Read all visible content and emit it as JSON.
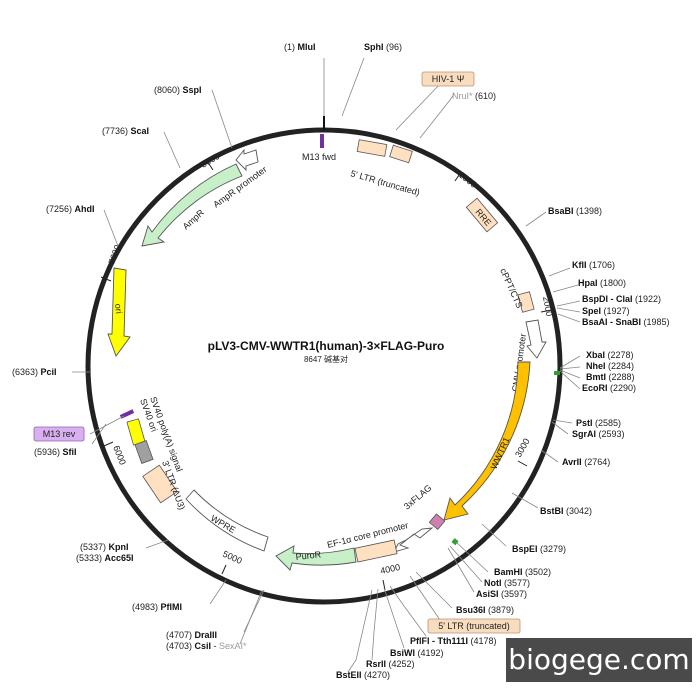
{
  "plasmid": {
    "name": "pLV3-CMV-WWTR1(human)-3×FLAG-Puro",
    "size_text": "8647 碱基对",
    "total_bp": 8647
  },
  "colors": {
    "backbone": "#222222",
    "ampr": "#c8f0c8",
    "ori": "#ffff00",
    "ltr": "#ffe0c0",
    "cmv": "#ffffff",
    "wwtr1": "#ffc000",
    "flag": "#d080b0",
    "puro": "#c8f0c8",
    "sv40ori": "#a0a0a0",
    "primer": "#7030a0",
    "tag_fill": "#f8dcc0",
    "tag_primer_fill": "#d8b0f0",
    "green_mark": "#2ca02c"
  },
  "ticks": [
    {
      "bp": 1000,
      "label": "1000"
    },
    {
      "bp": 2000,
      "label": "2000"
    },
    {
      "bp": 3000,
      "label": "3000"
    },
    {
      "bp": 4000,
      "label": "4000"
    },
    {
      "bp": 5000,
      "label": "5000"
    },
    {
      "bp": 6000,
      "label": "6000"
    },
    {
      "bp": 7000,
      "label": "7000"
    },
    {
      "bp": 8000,
      "label": "8000"
    }
  ],
  "features": [
    {
      "id": "m13fwd",
      "label": "M13 fwd",
      "type": "primer"
    },
    {
      "id": "ltr5",
      "label": "5' LTR (truncated)",
      "type": "box"
    },
    {
      "id": "rre",
      "label": "RRE",
      "type": "box"
    },
    {
      "id": "cppt",
      "label": "cPPT/CTS",
      "type": "box"
    },
    {
      "id": "cmv",
      "label": "CMV promoter",
      "type": "arrow"
    },
    {
      "id": "wwtr1",
      "label": "WWTR1",
      "type": "arrow"
    },
    {
      "id": "flag",
      "label": "3xFLAG",
      "type": "box"
    },
    {
      "id": "ef1a",
      "label": "EF-1α core promoter",
      "type": "arrow"
    },
    {
      "id": "puro",
      "label": "PuroR",
      "type": "arrow"
    },
    {
      "id": "wpre",
      "label": "WPRE",
      "type": "box"
    },
    {
      "id": "ltr3",
      "label": "3' LTR (ΔU3)",
      "type": "box"
    },
    {
      "id": "sv40pa",
      "label": "SV40 poly(A) signal",
      "type": "box"
    },
    {
      "id": "sv40ori",
      "label": "SV40 ori",
      "type": "box"
    },
    {
      "id": "ori",
      "label": "ori",
      "type": "arrow"
    },
    {
      "id": "ampr",
      "label": "AmpR",
      "type": "arrow"
    },
    {
      "id": "amprprom",
      "label": "AmpR promoter",
      "type": "arrow"
    }
  ],
  "sites": [
    {
      "name": "MluI",
      "pos": "(1)"
    },
    {
      "name": "SphI",
      "pos": "(96)"
    },
    {
      "name": "NruI*",
      "pos": "(610)",
      "gray": true
    },
    {
      "name": "BsaBI",
      "pos": "(1398)"
    },
    {
      "name": "KflI",
      "pos": "(1706)"
    },
    {
      "name": "HpaI",
      "pos": "(1800)"
    },
    {
      "name": "BspDI - ClaI",
      "pos": "(1922)"
    },
    {
      "name": "SpeI",
      "pos": "(1927)"
    },
    {
      "name": "BsaAI - SnaBI",
      "pos": "(1985)"
    },
    {
      "name": "XbaI",
      "pos": "(2278)"
    },
    {
      "name": "NheI",
      "pos": "(2284)"
    },
    {
      "name": "BmtI",
      "pos": "(2288)"
    },
    {
      "name": "EcoRI",
      "pos": "(2290)"
    },
    {
      "name": "PstI",
      "pos": "(2585)"
    },
    {
      "name": "SgrAI",
      "pos": "(2593)"
    },
    {
      "name": "AvrII",
      "pos": "(2764)"
    },
    {
      "name": "BstBI",
      "pos": "(3042)"
    },
    {
      "name": "BspEI",
      "pos": "(3279)"
    },
    {
      "name": "BamHI",
      "pos": "(3502)"
    },
    {
      "name": "NotI",
      "pos": "(3577)"
    },
    {
      "name": "AsiSI",
      "pos": "(3597)"
    },
    {
      "name": "Bsu36I",
      "pos": "(3879)"
    },
    {
      "name": "PflFI - Tth111I",
      "pos": "(4178)"
    },
    {
      "name": "BsiWI",
      "pos": "(4192)"
    },
    {
      "name": "RsrII",
      "pos": "(4252)"
    },
    {
      "name": "BstEII",
      "pos": "(4270)"
    },
    {
      "name": "DraIII",
      "pos": "(4707)"
    },
    {
      "name": "CsiI",
      "pos": "(4703)"
    },
    {
      "name": "SexAI*",
      "pos": "",
      "gray": true
    },
    {
      "name": "PflMI",
      "pos": "(4983)"
    },
    {
      "name": "KpnI",
      "pos": "(5337)"
    },
    {
      "name": "Acc65I",
      "pos": "(5333)"
    },
    {
      "name": "SfiI",
      "pos": "(5936)"
    },
    {
      "name": "PciI",
      "pos": "(6363)"
    },
    {
      "name": "AhdI",
      "pos": "(7256)"
    },
    {
      "name": "ScaI",
      "pos": "(7736)"
    },
    {
      "name": "SspI",
      "pos": "(8060)"
    }
  ],
  "tags": {
    "hiv": "HIV-1 Ψ",
    "ltr5_trunc": "5' LTR (truncated)",
    "m13rev": "M13 rev",
    "csi_sep": " - "
  },
  "watermark": "biogege.com"
}
